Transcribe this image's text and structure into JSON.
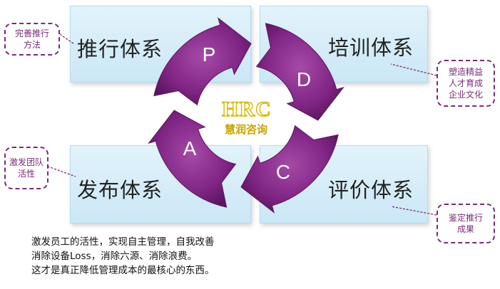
{
  "quadrants": {
    "top_left": "推行体系",
    "top_right": "培训体系",
    "bottom_left": "发布体系",
    "bottom_right": "评价体系"
  },
  "cycle": {
    "p": "P",
    "d": "D",
    "c": "C",
    "a": "A",
    "ring_color": "#7a1f7e"
  },
  "brand": {
    "logo_text": "HRC",
    "name": "慧润咨询",
    "color": "#d4b000"
  },
  "callouts": {
    "top_left": [
      "完善推行",
      "方法"
    ],
    "top_right": [
      "塑造精益",
      "人才育成",
      "企业文化"
    ],
    "bottom_left": [
      "激发团队",
      "活性"
    ],
    "bottom_right": [
      "鉴定推行",
      "成果"
    ]
  },
  "footer": {
    "line1": "激发员工的活性，实现自主管理，自我改善",
    "line2": "消除设备Loss，消除六源、消除浪费。",
    "line3": "这才是真正降低管理成本的最核心的东西。"
  }
}
